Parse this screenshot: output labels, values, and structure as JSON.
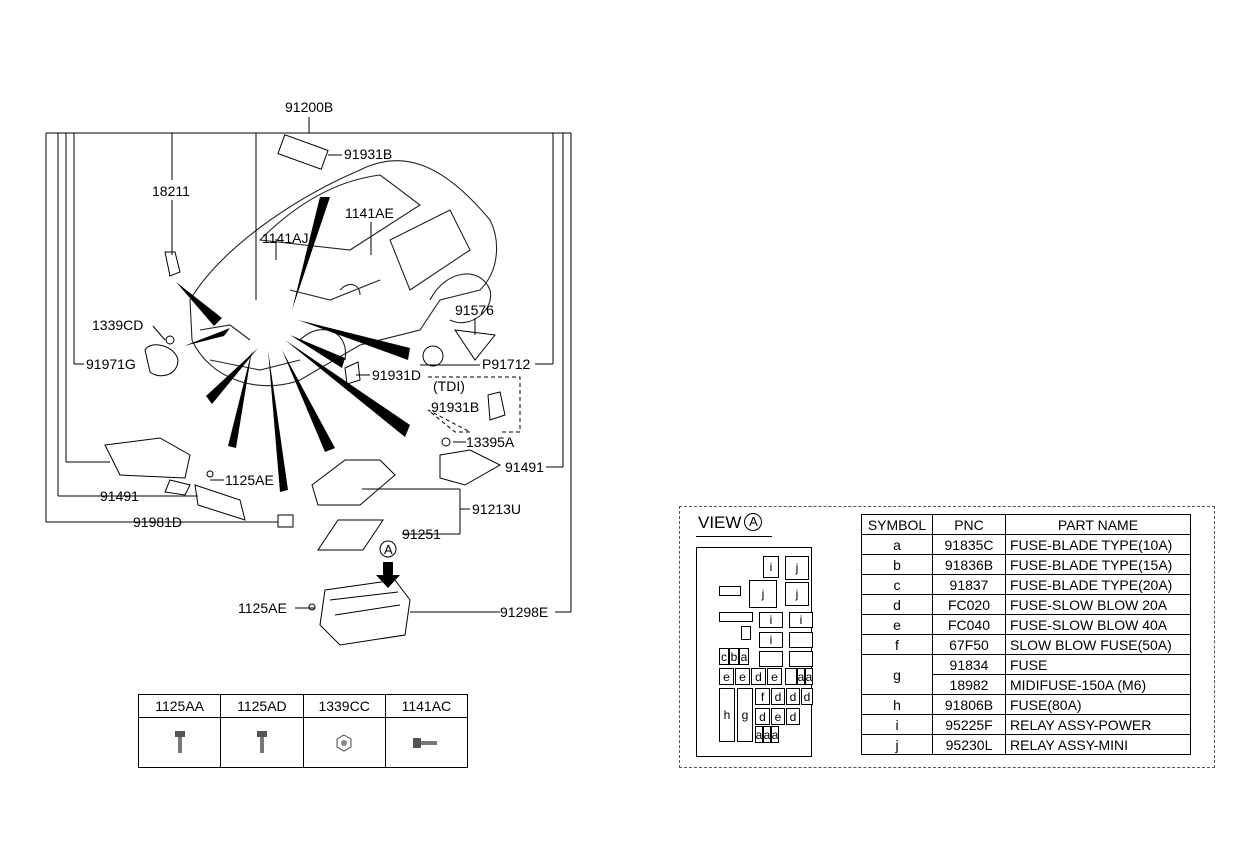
{
  "diagram_labels": {
    "main_harness": "91200B",
    "l_91931B_top": "91931B",
    "l_18211": "18211",
    "l_1141AE": "1141AE",
    "l_1141AJ": "1141AJ",
    "l_91576": "91576",
    "l_1339CD": "1339CD",
    "l_P91712": "P91712",
    "l_91971G": "91971G",
    "l_91931D": "91931D",
    "l_tdi": "(TDI)",
    "l_91931B_tdi": "91931B",
    "l_13395A": "13395A",
    "l_1125AE_mid": "1125AE",
    "l_91491_right": "91491",
    "l_91491_left": "91491",
    "l_91213U": "91213U",
    "l_91981D": "91981D",
    "l_91251": "91251",
    "l_A": "A",
    "l_1125AE_bottom": "1125AE",
    "l_91298E": "91298E"
  },
  "parts_table": {
    "headers": [
      "1125AA",
      "1125AD",
      "1339CC",
      "1141AC"
    ]
  },
  "view_a": {
    "title": "VIEW",
    "circle_letter": "A",
    "fuse_cells": [
      "i",
      "j",
      "j",
      "j",
      "i",
      "i",
      "i",
      "c",
      "b",
      "a",
      "e",
      "e",
      "d",
      "e",
      "a",
      "a",
      "f",
      "d",
      "d",
      "d",
      "h",
      "g",
      "d",
      "e",
      "d",
      "a",
      "a",
      "a"
    ],
    "symbol_table": {
      "headers": [
        "SYMBOL",
        "PNC",
        "PART NAME"
      ],
      "rows": [
        {
          "symbol": "a",
          "pnc": "91835C",
          "name": "FUSE-BLADE TYPE(10A)"
        },
        {
          "symbol": "b",
          "pnc": "91836B",
          "name": "FUSE-BLADE TYPE(15A)"
        },
        {
          "symbol": "c",
          "pnc": "91837",
          "name": "FUSE-BLADE TYPE(20A)"
        },
        {
          "symbol": "d",
          "pnc": "FC020",
          "name": "FUSE-SLOW BLOW 20A"
        },
        {
          "symbol": "e",
          "pnc": "FC040",
          "name": "FUSE-SLOW BLOW 40A"
        },
        {
          "symbol": "f",
          "pnc": "67F50",
          "name": "SLOW BLOW FUSE(50A)"
        },
        {
          "symbol": "g",
          "pnc": "91834",
          "name": "FUSE"
        },
        {
          "symbol": "",
          "pnc": "18982",
          "name": "MIDIFUSE-150A (M6)"
        },
        {
          "symbol": "h",
          "pnc": "91806B",
          "name": "FUSE(80A)"
        },
        {
          "symbol": "i",
          "pnc": "95225F",
          "name": "RELAY ASSY-POWER"
        },
        {
          "symbol": "j",
          "pnc": "95230L",
          "name": "RELAY ASSY-MINI"
        }
      ]
    }
  }
}
